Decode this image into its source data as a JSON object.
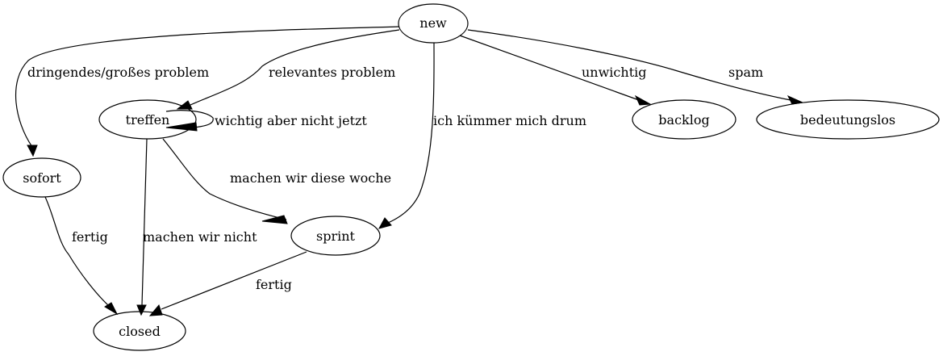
{
  "graph": {
    "type": "directed-state-diagram",
    "nodes": [
      {
        "id": "new",
        "label": "new"
      },
      {
        "id": "treffen",
        "label": "treffen"
      },
      {
        "id": "sofort",
        "label": "sofort"
      },
      {
        "id": "backlog",
        "label": "backlog"
      },
      {
        "id": "bedeutungslos",
        "label": "bedeutungslos"
      },
      {
        "id": "sprint",
        "label": "sprint"
      },
      {
        "id": "closed",
        "label": "closed"
      }
    ],
    "edges": [
      {
        "from": "new",
        "to": "sofort",
        "label": "dringendes/großes problem"
      },
      {
        "from": "new",
        "to": "treffen",
        "label": "relevantes problem"
      },
      {
        "from": "new",
        "to": "sprint",
        "label": "ich kümmer mich drum"
      },
      {
        "from": "new",
        "to": "backlog",
        "label": "unwichtig"
      },
      {
        "from": "new",
        "to": "bedeutungslos",
        "label": "spam"
      },
      {
        "from": "treffen",
        "to": "treffen",
        "label": "wichtig aber nicht jetzt"
      },
      {
        "from": "treffen",
        "to": "sprint",
        "label": "machen wir diese woche"
      },
      {
        "from": "treffen",
        "to": "closed",
        "label": "machen wir nicht"
      },
      {
        "from": "sofort",
        "to": "closed",
        "label": "fertig"
      },
      {
        "from": "sprint",
        "to": "closed",
        "label": "fertig"
      }
    ]
  }
}
